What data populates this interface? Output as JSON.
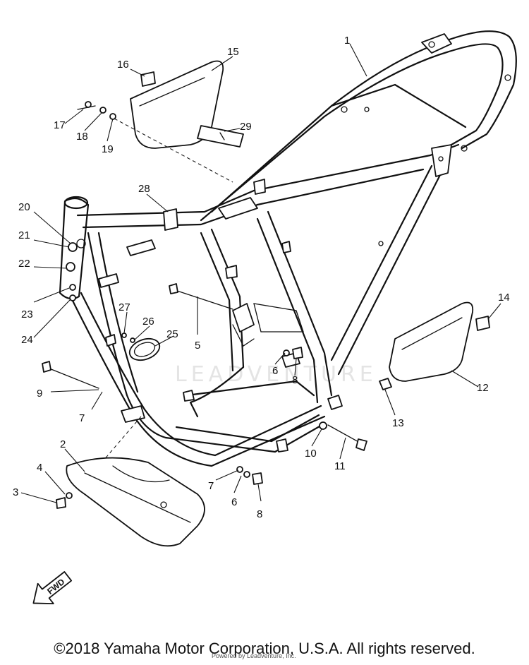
{
  "diagram": {
    "watermark": "LEADVENTURE",
    "fwd_label": "FWD",
    "copyright": "©2018 Yamaha Motor Corporation, U.S.A. All rights reserved.",
    "credit": "Powered by Leadventure, Inc.",
    "callouts": [
      "1",
      "2",
      "3",
      "4",
      "5",
      "6",
      "6",
      "6",
      "7",
      "7",
      "8",
      "8",
      "8",
      "9",
      "10",
      "11",
      "12",
      "13",
      "14",
      "15",
      "16",
      "17",
      "18",
      "19",
      "20",
      "21",
      "22",
      "23",
      "24",
      "25",
      "26",
      "27",
      "28",
      "29"
    ]
  }
}
